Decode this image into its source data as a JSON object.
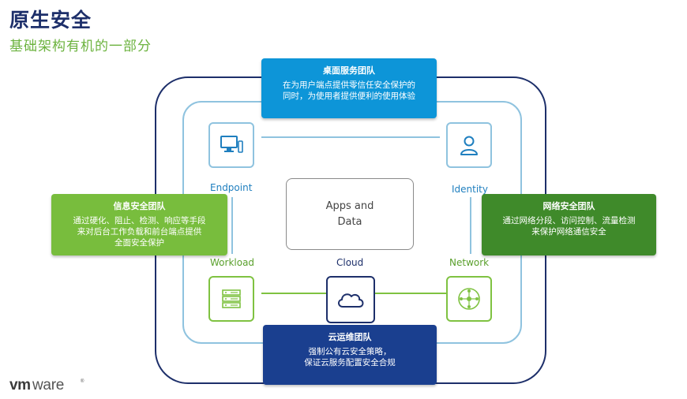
{
  "header": {
    "title": "原生安全",
    "subtitle": "基础架构有机的一部分"
  },
  "center": {
    "line1": "Apps and",
    "line2": "Data"
  },
  "nodes": {
    "endpoint": "Endpoint",
    "identity": "Identity",
    "workload": "Workload",
    "cloud": "Cloud",
    "network": "Network"
  },
  "callouts": {
    "top": {
      "title": "桌面服务团队",
      "lines": [
        "在为用户端点提供零信任安全保护的",
        "同时，为使用者提供便利的使用体验"
      ]
    },
    "left": {
      "title": "信息安全团队",
      "lines": [
        "通过硬化、阻止、检测、响应等手段",
        "来对后台工作负载和前台端点提供",
        "全面安全保护"
      ]
    },
    "right": {
      "title": "网络安全团队",
      "lines": [
        "通过网络分段、访问控制、流量检测",
        "来保护网络通信安全"
      ]
    },
    "bottom": {
      "title": "云运维团队",
      "lines": [
        "强制公有云安全策略，",
        "保证云服务配置安全合规"
      ]
    }
  },
  "logo": {
    "text": "vmware"
  },
  "colors": {
    "navy": "#1d2f6a",
    "light_blue": "#8fc3df",
    "green": "#7fc241",
    "callout_blue": "#0d95d8",
    "callout_light_green": "#78bd3d",
    "callout_dark_green": "#3f8a2a",
    "callout_navy": "#1a3f8f"
  },
  "icons": {
    "endpoint": "desktop-icon",
    "identity": "user-icon",
    "workload": "server-icon",
    "cloud": "cloud-icon",
    "network": "network-icon"
  }
}
